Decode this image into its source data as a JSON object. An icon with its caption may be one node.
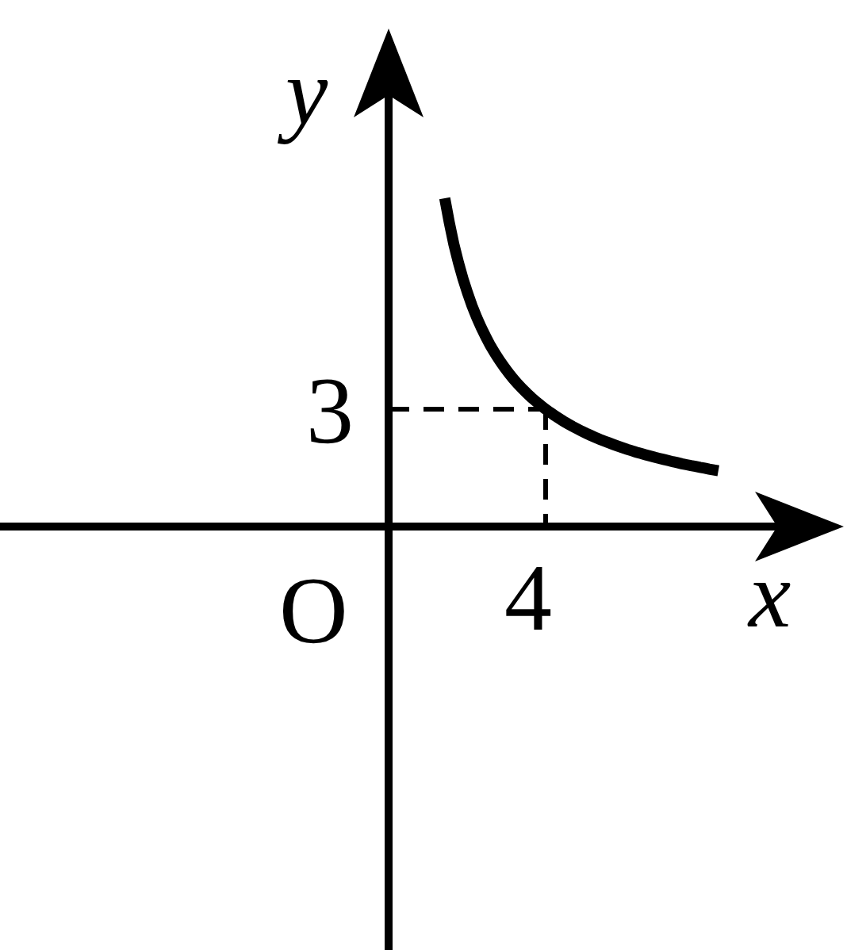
{
  "diagram": {
    "labels": [
      "y",
      "3",
      "O",
      "4",
      "x"
    ]
  }
}
